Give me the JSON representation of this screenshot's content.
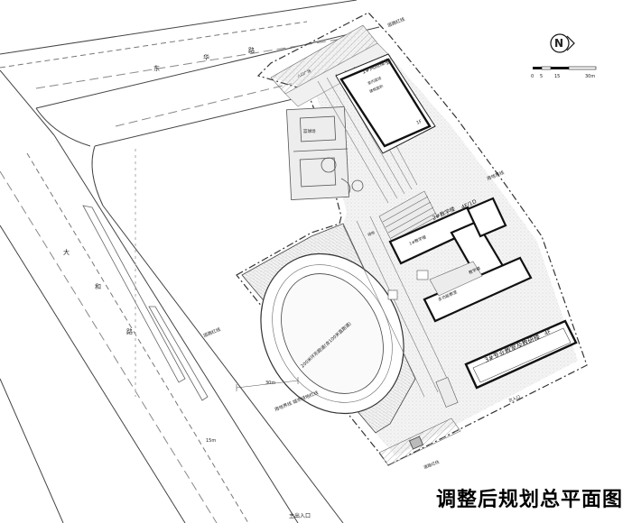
{
  "title": "调整后规划总平面图",
  "compass": {
    "letter": "N"
  },
  "scale_bar": {
    "ticks": [
      "0",
      "5",
      "15",
      "30m"
    ]
  },
  "roads": {
    "north_road_chars": [
      "路",
      "华",
      "东"
    ],
    "west_road_chars": [
      "大",
      "和",
      "路"
    ]
  },
  "buildings": {
    "gym": {
      "name": "1#风雨操场",
      "floors": "1F",
      "floor_mark": "1F",
      "note1": "室内篮球",
      "note2": "建筑面积"
    },
    "teach2": {
      "name": "2#教学楼",
      "floors": "4F/1D",
      "room1": "1#教学楼",
      "room2": "多功能教室",
      "room3": "教学楼"
    },
    "study3": {
      "name": "3#专业教室及教研楼",
      "floors": "4F"
    }
  },
  "labels": {
    "track": "200米环形跑道(含100米直跑道)",
    "basketball": "篮球场",
    "redline_top": "道路红线",
    "redline_right": "用地界线",
    "redline_west": "道路红线",
    "setback_west": "用地界线 城市绿地红线",
    "distance_30": "30m",
    "distance_15": "15m",
    "entrance": "主出入口",
    "green_space": "绿地",
    "plaza_top": "入口广场",
    "gate": "次入口",
    "boundary_bottom": "道路红线"
  }
}
